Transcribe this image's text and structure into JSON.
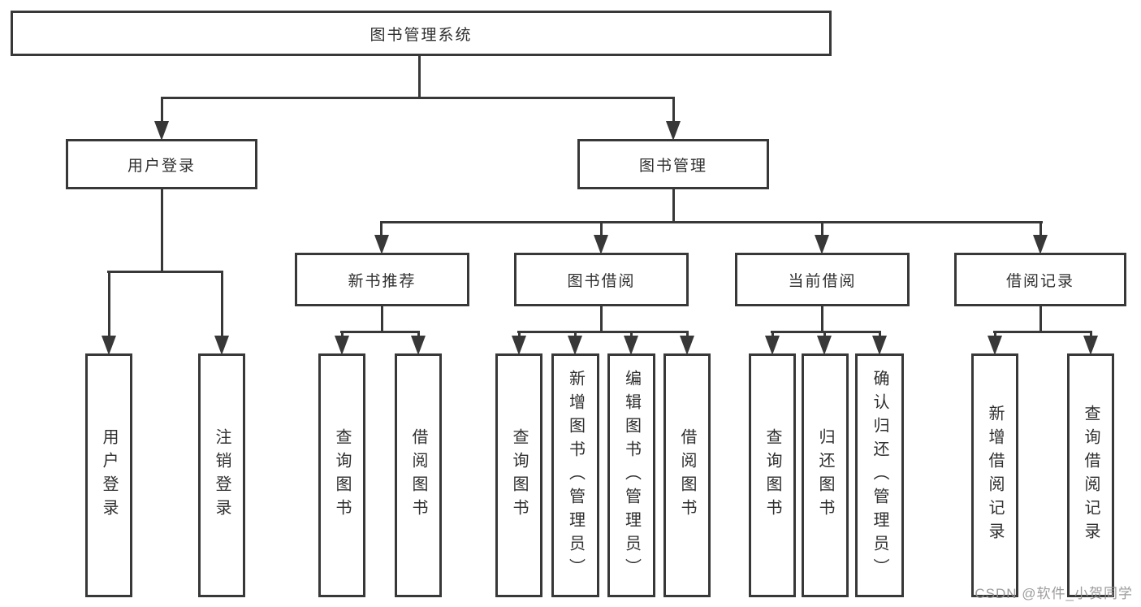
{
  "tree": {
    "label": "图书管理系统",
    "children": [
      {
        "label": "用户登录",
        "children": [
          {
            "label": "用户登录"
          },
          {
            "label": "注销登录"
          }
        ]
      },
      {
        "label": "图书管理",
        "children": [
          {
            "label": "新书推荐",
            "children": [
              {
                "label": "查询图书"
              },
              {
                "label": "借阅图书"
              }
            ]
          },
          {
            "label": "图书借阅",
            "children": [
              {
                "label": "查询图书"
              },
              {
                "label": "新增图书（管理员）"
              },
              {
                "label": "编辑图书（管理员）"
              },
              {
                "label": "借阅图书"
              }
            ]
          },
          {
            "label": "当前借阅",
            "children": [
              {
                "label": "查询图书"
              },
              {
                "label": "归还图书"
              },
              {
                "label": "确认归还（管理员）"
              }
            ]
          },
          {
            "label": "借阅记录",
            "children": [
              {
                "label": "新增借阅记录"
              },
              {
                "label": "查询借阅记录"
              }
            ]
          }
        ]
      }
    ]
  },
  "watermark": "CSDN @软件_小贺同学",
  "colors": {
    "line": "#383838",
    "text": "#2f2f2f",
    "watermark": "#949090",
    "background": "#ffffff"
  }
}
